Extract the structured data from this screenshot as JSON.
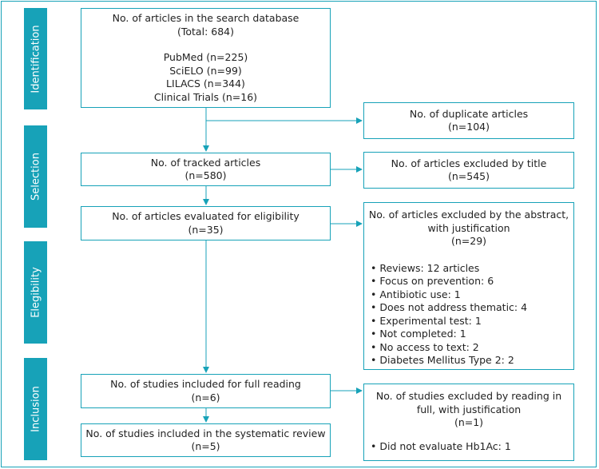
{
  "colors": {
    "accent": "#17a2b8",
    "text": "#222222",
    "background": "#ffffff"
  },
  "stages": [
    "Identification",
    "Selection",
    "Elegibility",
    "Inclusion"
  ],
  "boxes": {
    "search": {
      "title": "No. of articles in the search database",
      "total": "(Total: 684)",
      "sources": [
        "PubMed (n=225)",
        "SciELO (n=99)",
        "LILACS (n=344)",
        "Clinical Trials (n=16)"
      ]
    },
    "duplicates": {
      "title": "No. of duplicate articles",
      "count": "(n=104)"
    },
    "tracked": {
      "title": "No. of tracked articles",
      "count": "(n=580)"
    },
    "excluded_title": {
      "title": "No. of articles excluded by title",
      "count": "(n=545)"
    },
    "eligibility": {
      "title": "No. of articles evaluated for eligibility",
      "count": "(n=35)"
    },
    "excluded_abstract": {
      "title_line1": "No. of articles excluded by the abstract,",
      "title_line2": "with justification",
      "count": "(n=29)",
      "reasons": [
        "• Reviews: 12 articles",
        "• Focus on prevention: 6",
        "• Antibiotic use: 1",
        "• Does not address thematic: 4",
        "• Experimental test: 1",
        "• Not completed: 1",
        "• No access to text: 2",
        "• Diabetes Mellitus Type 2: 2"
      ]
    },
    "full_reading": {
      "title": "No. of studies included for full reading",
      "count": "(n=6)"
    },
    "excluded_full": {
      "title_line1": "No. of studies excluded by reading in",
      "title_line2": "full, with justification",
      "count": "(n=1)",
      "reasons": [
        "• Did not evaluate Hb1Ac: 1"
      ]
    },
    "review": {
      "title": "No. of studies included in the systematic review",
      "count": "(n=5)"
    }
  }
}
